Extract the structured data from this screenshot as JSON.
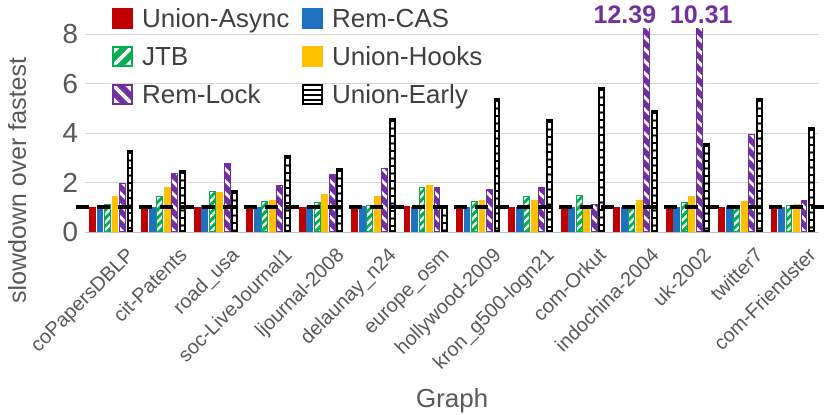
{
  "axes": {
    "y_title": "slowdown over fastest",
    "x_title": "Graph",
    "y_ticks": [
      "8",
      "6",
      "4",
      "2",
      "0"
    ]
  },
  "legend": {
    "items": [
      {
        "label": "Union-Async",
        "color": "#C00000",
        "pattern": "solid"
      },
      {
        "label": "Rem-CAS",
        "color": "#1F72C0",
        "pattern": "solid"
      },
      {
        "label": "JTB",
        "color": "#00B050",
        "pattern": "diagonal-back-hatch"
      },
      {
        "label": "Union-Hooks",
        "color": "#FFC000",
        "pattern": "solid"
      },
      {
        "label": "Rem-Lock",
        "color": "#7030A0",
        "pattern": "diagonal-forward-hatch"
      },
      {
        "label": "Union-Early",
        "color": "#000000",
        "pattern": "horizontal-lines-hatch"
      }
    ]
  },
  "chart_data": {
    "type": "bar",
    "title": "",
    "xlabel": "Graph",
    "ylabel": "slowdown over fastest",
    "ylim": [
      0,
      8.3
    ],
    "y_tick_values": [
      0,
      2,
      4,
      6,
      8
    ],
    "grid": true,
    "legend_position": "top-left-inside",
    "reference_line": {
      "value": 1,
      "style": "dashed",
      "color": "#000000"
    },
    "categories": [
      "coPapersDBLP",
      "cit-Patents",
      "road_usa",
      "soc-LiveJournal1",
      "ljournal-2008",
      "delaunay_n24",
      "europe_osm",
      "hollywood-2009",
      "kron_g500-logn21",
      "com-Orkut",
      "indochina-2004",
      "uk-2002",
      "twitter7",
      "com-Friendster"
    ],
    "series": [
      {
        "name": "Union-Async",
        "pattern": "solid-0",
        "values": [
          1.0,
          1.05,
          1.0,
          1.0,
          1.0,
          1.0,
          1.05,
          1.0,
          1.0,
          1.0,
          1.0,
          1.0,
          1.0,
          1.0
        ]
      },
      {
        "name": "Rem-CAS",
        "pattern": "solid-1",
        "values": [
          1.0,
          1.0,
          1.1,
          1.0,
          1.05,
          1.05,
          1.0,
          1.0,
          1.0,
          1.0,
          1.0,
          1.0,
          1.05,
          1.0
        ]
      },
      {
        "name": "JTB",
        "pattern": "diag-back",
        "values": [
          1.15,
          1.45,
          1.65,
          1.25,
          1.2,
          1.1,
          1.8,
          1.25,
          1.45,
          1.5,
          1.1,
          1.2,
          1.05,
          1.1
        ]
      },
      {
        "name": "Union-Hooks",
        "pattern": "solid-3",
        "values": [
          1.45,
          1.8,
          1.6,
          1.3,
          1.55,
          1.45,
          1.9,
          1.3,
          1.3,
          1.1,
          1.3,
          1.45,
          1.25,
          1.15
        ]
      },
      {
        "name": "Rem-Lock",
        "pattern": "diag-fwd",
        "values": [
          2.0,
          2.4,
          2.8,
          1.9,
          2.35,
          2.6,
          1.8,
          1.75,
          1.8,
          1.15,
          12.39,
          10.31,
          3.95,
          1.3
        ]
      },
      {
        "name": "Union-Early",
        "pattern": "hlines",
        "values": [
          3.3,
          2.5,
          1.7,
          3.1,
          2.6,
          4.6,
          1.1,
          5.4,
          4.55,
          5.85,
          4.95,
          3.6,
          5.4,
          4.25
        ]
      }
    ],
    "annotations": [
      {
        "text": "12.39",
        "category": "indochina-2004",
        "series": "Rem-Lock"
      },
      {
        "text": "10.31",
        "category": "uk-2002",
        "series": "Rem-Lock"
      }
    ]
  }
}
